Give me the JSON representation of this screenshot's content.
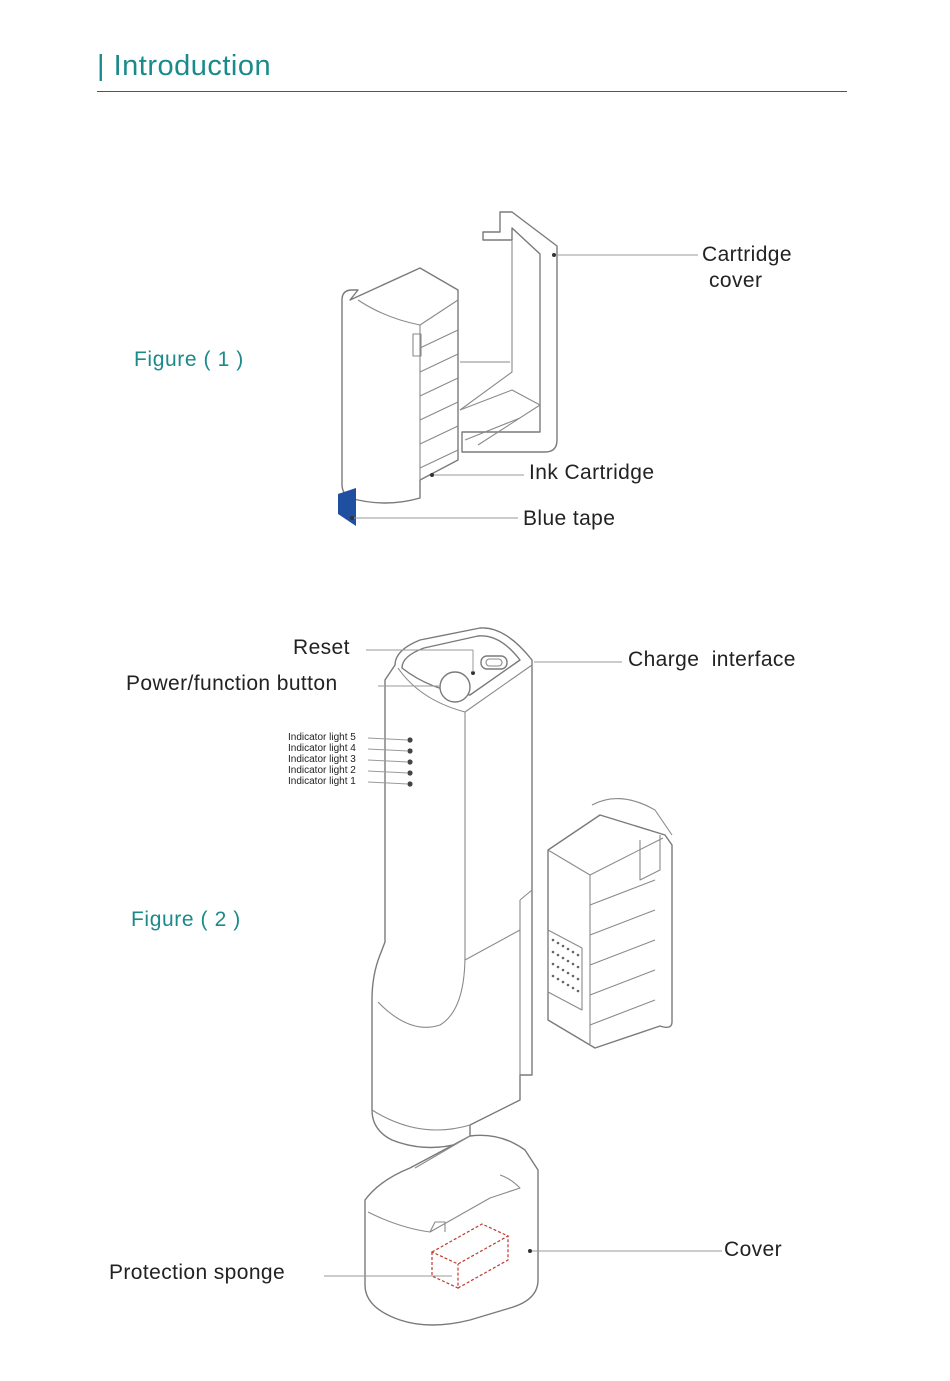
{
  "header": {
    "title": "| Introduction"
  },
  "figure1": {
    "caption": "Figure ( 1 )",
    "labels": {
      "cartridge_cover_line1": "Cartridge",
      "cartridge_cover_line2": "cover",
      "ink_cartridge": "Ink Cartridge",
      "blue_tape": "Blue tape"
    }
  },
  "figure2": {
    "caption": "Figure ( 2 )",
    "labels": {
      "reset": "Reset",
      "power_button": "Power/function button",
      "charge_interface": "Charge  interface",
      "cover": "Cover",
      "protection_sponge": "Protection sponge"
    },
    "indicator_lights": [
      "Indicator light 5",
      "Indicator light 4",
      "Indicator light 3",
      "Indicator light 2",
      "Indicator light 1"
    ]
  },
  "colors": {
    "accent": "#1a8a8a",
    "blue_tape": "#1f4fa0",
    "sponge_outline": "#c0392b"
  }
}
